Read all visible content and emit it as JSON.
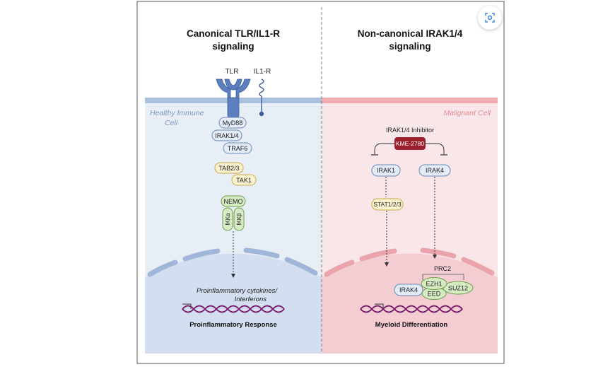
{
  "figure": {
    "left_title_line1": "Canonical TLR/IL1-R",
    "left_title_line2": "signaling",
    "right_title_line1": "Non-canonical IRAK1/4",
    "right_title_line2": "signaling",
    "receptor_tlr": "TLR",
    "receptor_il1r": "IL1-R",
    "healthy_cell_line1": "Healthy Immune",
    "healthy_cell_line2": "Cell",
    "malignant_cell": "Malignant Cell",
    "left_nodes": {
      "myd88": "MyD88",
      "irak14": "IRAK1/4",
      "traf6": "TRAF6",
      "tab23": "TAB2/3",
      "tak1": "TAK1",
      "nemo": "NEMO",
      "ikka": "IKKα",
      "ikkb": "IKKβ"
    },
    "left_output_line1": "Proinflammatory cytokines/",
    "left_output_line2": "Interferons",
    "left_response": "Proinflammatory Response",
    "inhibitor_label": "IRAK1/4 Inhibitor",
    "drug": "KME-2780",
    "right_nodes": {
      "irak1": "IRAK1",
      "irak4": "IRAK4",
      "stat": "STAT1/2/3",
      "prc2": "PRC2",
      "irak4_nuclear": "IRAK4",
      "ezh1": "EZH1",
      "suz12": "SUZ12",
      "eed": "EED"
    },
    "right_response": "Myeloid Differentiation"
  },
  "colors": {
    "healthy_bg": "#e8eef6",
    "malignant_bg": "#f9e6e8",
    "membrane_blue": "#a9c0de",
    "membrane_pink": "#f0aab0",
    "receptor_blue": "#5b7fbf",
    "drug_red": "#9c1f2e",
    "dna_purple": "#7a1f6e",
    "node_blue_fill": "#e3ecf8",
    "node_yellow_fill": "#fbf3cf",
    "node_green_fill": "#d6ebc4"
  },
  "icons": {
    "lens": "google-lens-icon"
  }
}
